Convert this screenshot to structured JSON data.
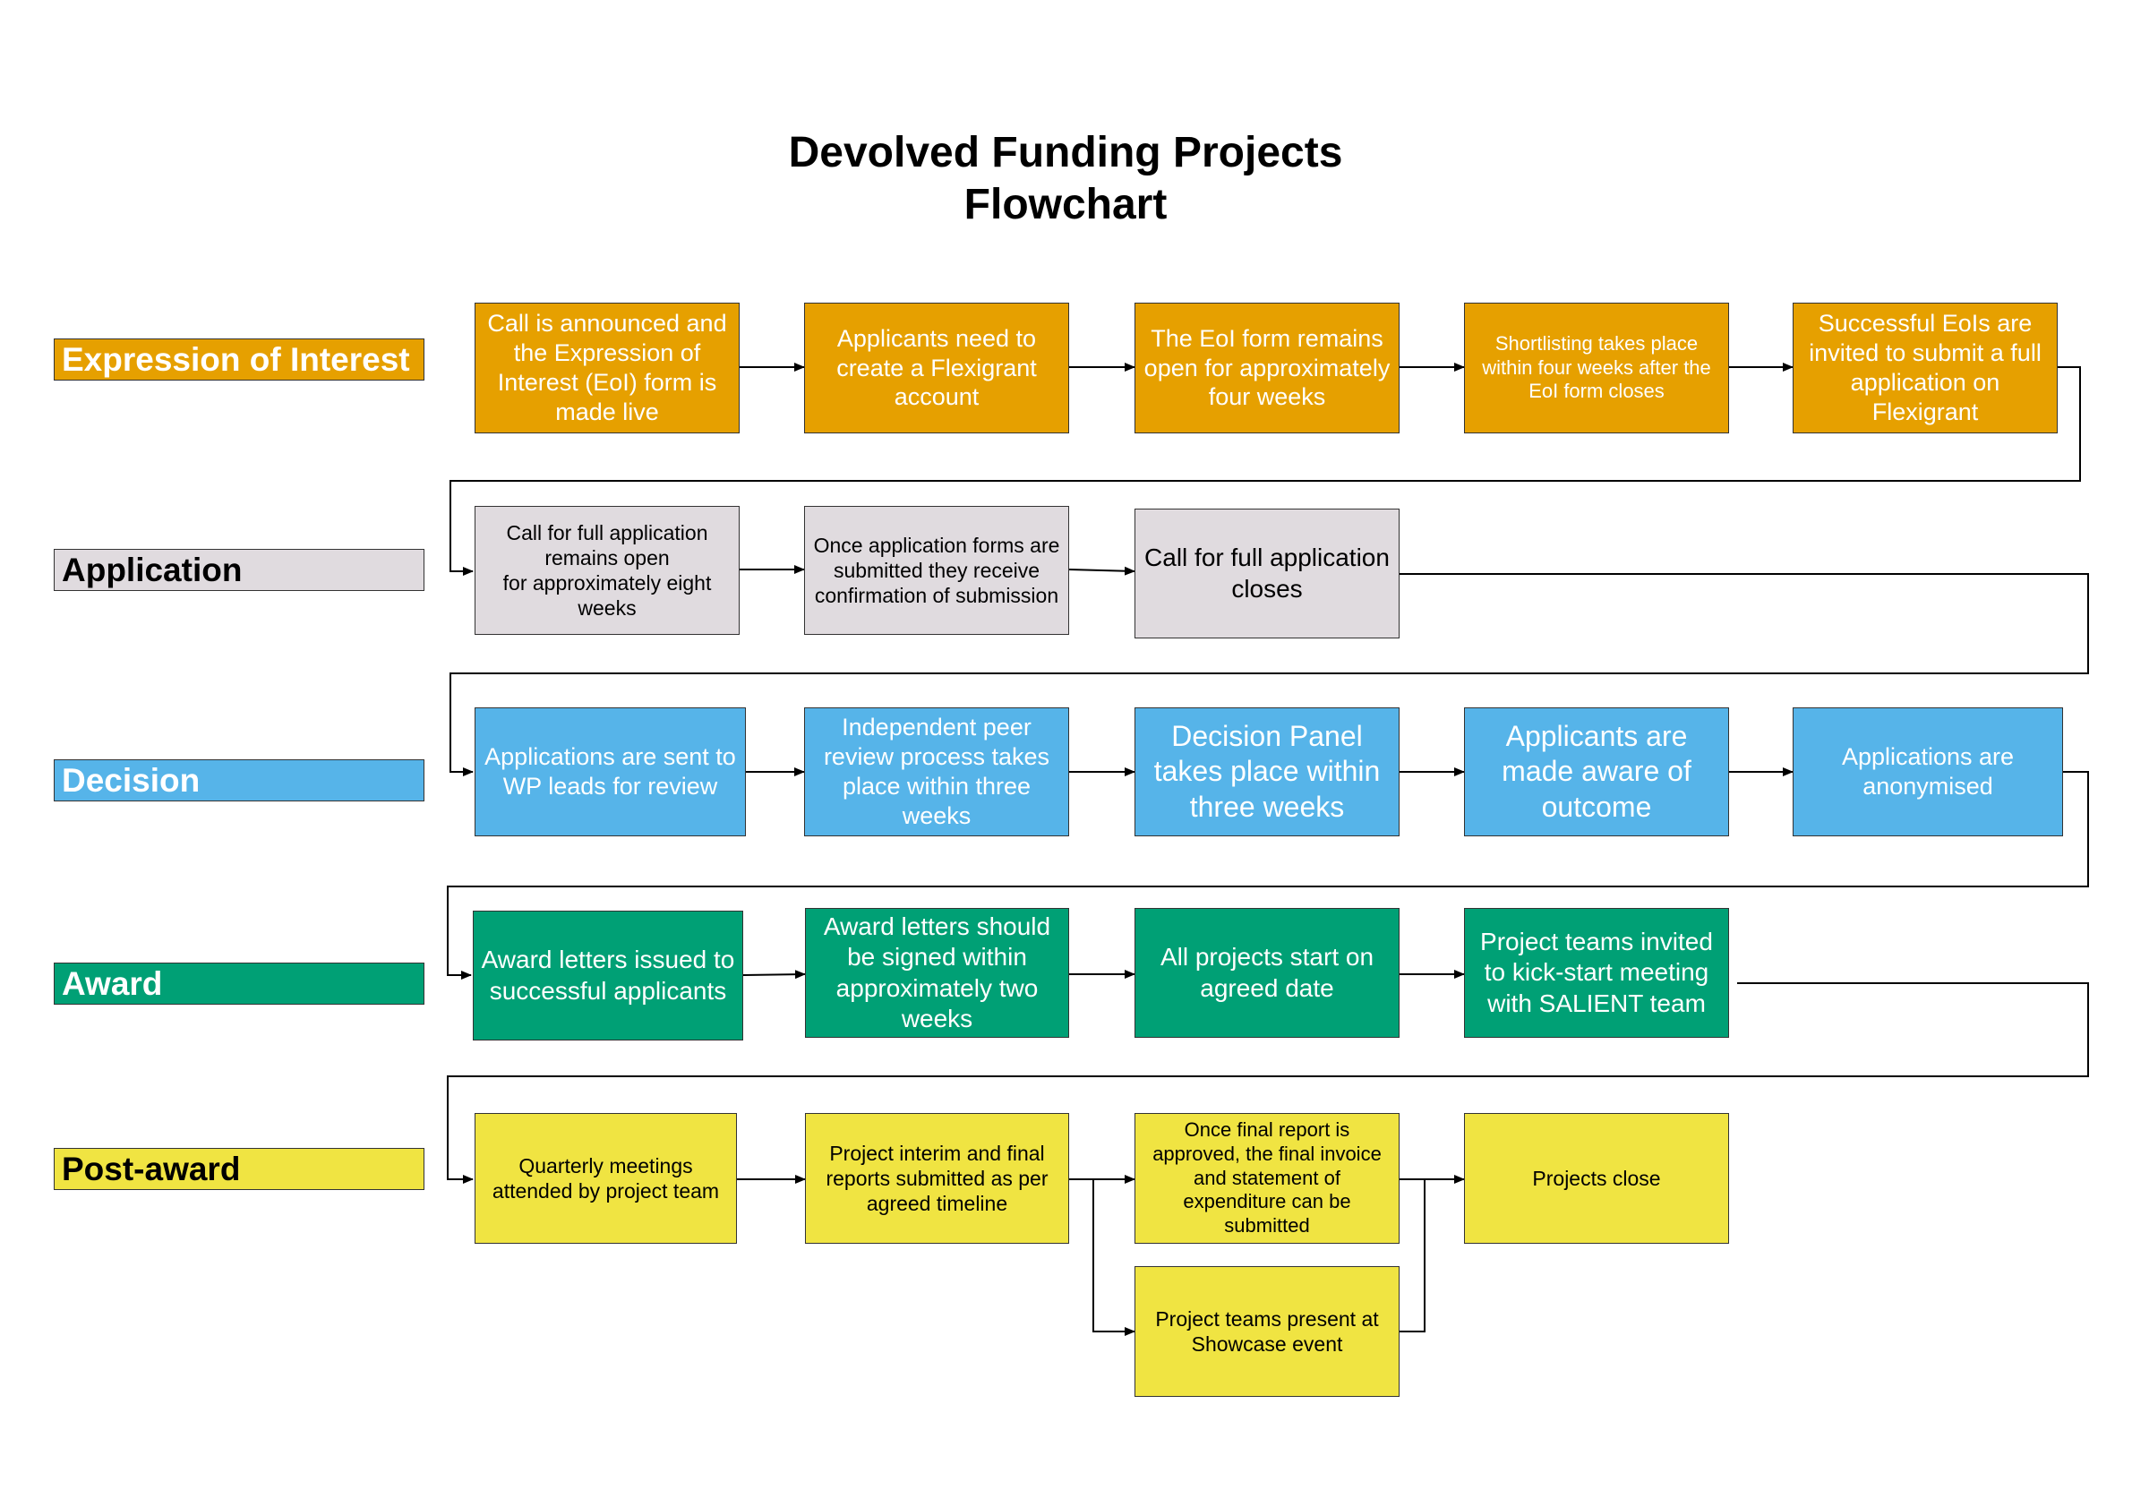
{
  "title": {
    "line1": "Devolved Funding Projects",
    "line2": "Flowchart"
  },
  "colors": {
    "expression_of_interest": "#e6a000",
    "application": "#e0dbdf",
    "decision": "#56b4e9",
    "award": "#00a075",
    "post_award": "#f0e442",
    "connector": "#000000"
  },
  "stages": {
    "expression_of_interest": "Expression of Interest",
    "application": "Application",
    "decision": "Decision",
    "award": "Award",
    "post_award": "Post-award"
  },
  "steps": {
    "eoi": [
      "Call is announced and the Expression of Interest (EoI) form is made live",
      "Applicants need to create a Flexigrant account",
      "The EoI form remains open for approximately four weeks",
      "Shortlisting takes place within four weeks after the EoI form closes",
      "Successful EoIs are invited to submit a full application on Flexigrant"
    ],
    "application": [
      "Call for full application remains open\nfor approximately eight weeks",
      "Once application forms are submitted they receive confirmation of submission",
      "Call for full application closes"
    ],
    "decision": [
      "Applications are sent to WP leads for review",
      "Independent peer review process takes place within three weeks",
      "Decision Panel takes place within three weeks",
      "Applicants are made aware of outcome",
      "Applications are anonymised"
    ],
    "award": [
      "Award letters issued to successful applicants",
      "Award letters should be signed within approximately two weeks",
      "All projects start on agreed date",
      "Project teams invited to kick-start meeting with SALIENT team"
    ],
    "post_award": [
      "Quarterly meetings attended by project team",
      "Project interim and final reports submitted as per agreed timeline",
      "Once final report is approved, the final invoice and statement of expenditure can be submitted",
      "Project teams present at Showcase event",
      "Projects close"
    ]
  }
}
